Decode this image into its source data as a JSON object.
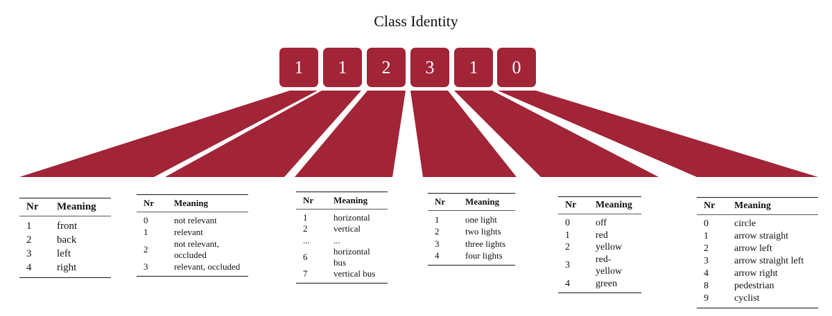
{
  "title": "Class Identity",
  "color": "#a12437",
  "digits": [
    "1",
    "1",
    "2",
    "3",
    "1",
    "0"
  ],
  "tables": [
    {
      "headers": [
        "Nr",
        "Meaning"
      ],
      "rows": [
        [
          "1",
          "front"
        ],
        [
          "2",
          "back"
        ],
        [
          "3",
          "left"
        ],
        [
          "4",
          "right"
        ]
      ]
    },
    {
      "headers": [
        "Nr",
        "Meaning"
      ],
      "rows": [
        [
          "0",
          "not relevant"
        ],
        [
          "1",
          "relevant"
        ],
        [
          "2",
          "not relevant, occluded"
        ],
        [
          "3",
          "relevant, occluded"
        ]
      ]
    },
    {
      "headers": [
        "Nr",
        "Meaning"
      ],
      "rows": [
        [
          "1",
          "horizontal"
        ],
        [
          "2",
          "vertical"
        ],
        [
          "...",
          "..."
        ],
        [
          "6",
          "horizontal bus"
        ],
        [
          "7",
          "vertical bus"
        ]
      ]
    },
    {
      "headers": [
        "Nr",
        "Meaning"
      ],
      "rows": [
        [
          "1",
          "one light"
        ],
        [
          "2",
          "two lights"
        ],
        [
          "3",
          "three lights"
        ],
        [
          "4",
          "four lights"
        ]
      ]
    },
    {
      "headers": [
        "Nr",
        "Meaning"
      ],
      "rows": [
        [
          "0",
          "off"
        ],
        [
          "1",
          "red"
        ],
        [
          "2",
          "yellow"
        ],
        [
          "3",
          "red-yellow"
        ],
        [
          "4",
          "green"
        ]
      ]
    },
    {
      "headers": [
        "Nr",
        "Meaning"
      ],
      "rows": [
        [
          "0",
          "circle"
        ],
        [
          "1",
          "arrow straight"
        ],
        [
          "2",
          "arrow left"
        ],
        [
          "3",
          "arrow straight left"
        ],
        [
          "4",
          "arrow right"
        ],
        [
          "8",
          "pedestrian"
        ],
        [
          "9",
          "cyclist"
        ]
      ]
    }
  ]
}
